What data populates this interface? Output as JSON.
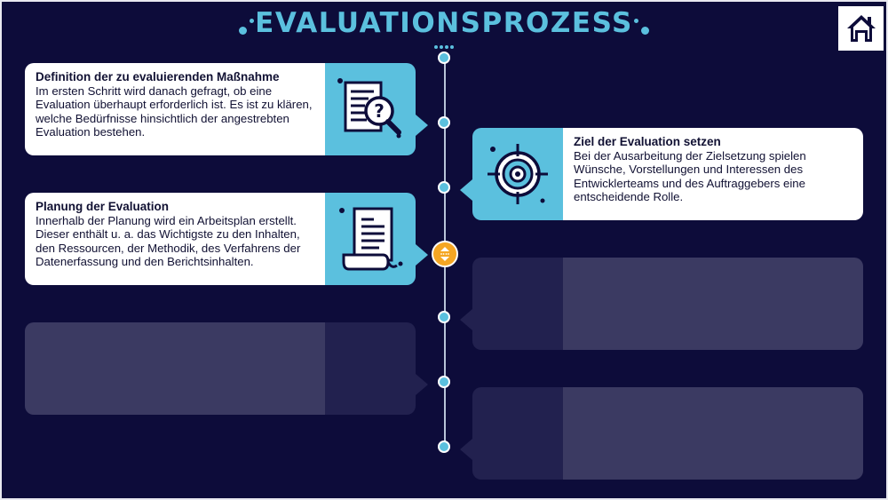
{
  "title": "EVALUATIONSPROZESS",
  "colors": {
    "background": "#0d0c3a",
    "accent": "#5bc0de",
    "active_node": "#f5a623",
    "card_text_bg": "#ffffff",
    "empty_card": "#3b3a62",
    "empty_icon": "#22214f"
  },
  "home_button": {
    "icon": "home-icon"
  },
  "steps": [
    {
      "heading": "Definition der zu evaluierenden Maßnahme",
      "body": "Im ersten Schritt wird danach gefragt, ob eine Evaluation überhaupt erforderlich ist. Es ist zu klären, welche Bedürfnisse hinsichtlich der angestrebten Evaluation bestehen.",
      "icon": "document-search-icon"
    },
    {
      "heading": "Ziel der Evaluation setzen",
      "body": "Bei der Ausarbeitung der Zielsetzung spielen Wünsche, Vorstellungen und Interessen des Entwicklerteams und des Auftraggebers eine entscheidende Rolle.",
      "icon": "target-icon"
    },
    {
      "heading": "Planung der Evaluation",
      "body": "Innerhalb der Planung wird ein Arbeitsplan erstellt. Dieser enthält u. a. das Wichtigste zu den Inhalten, den Ressourcen, der Methodik, des Verfahrens der Datenerfassung und den Berichtsinhalten.",
      "icon": "scroll-document-icon"
    }
  ]
}
